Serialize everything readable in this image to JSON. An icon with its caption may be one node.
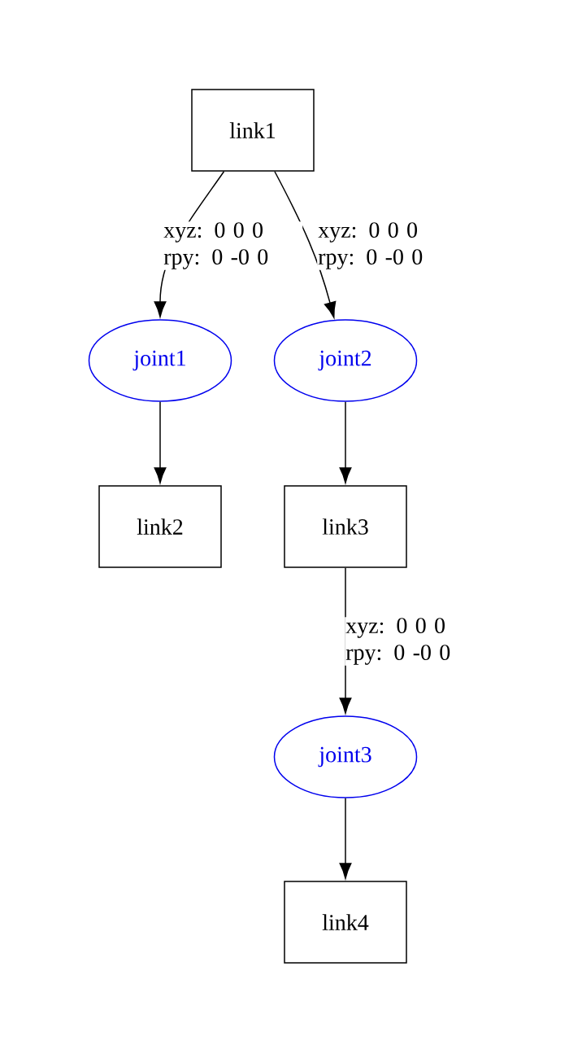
{
  "diagram": {
    "nodes": [
      {
        "text": [
          "link1"
        ]
      },
      {
        "text": [
          "joint1"
        ]
      },
      {
        "text": [
          "joint2"
        ]
      },
      {
        "text": [
          "link2"
        ]
      },
      {
        "text": [
          "link3"
        ]
      },
      {
        "text": [
          "joint3"
        ]
      },
      {
        "text": [
          "link4"
        ]
      }
    ],
    "edges": [
      {
        "from": 0,
        "to": 1,
        "arrow": "to",
        "label": "xyz: 0 0 0 rpy: 0 -0 0"
      },
      {
        "from": 0,
        "to": 2,
        "arrow": "to",
        "label": "xyz: 0 0 0 rpy: 0 -0 0"
      },
      {
        "from": 1,
        "to": 3,
        "arrow": "to"
      },
      {
        "from": 2,
        "to": 4,
        "arrow": "to"
      },
      {
        "from": 4,
        "to": 5,
        "arrow": "to",
        "label": "xyz: 0 0 0 rpy: 0 -0 0"
      },
      {
        "from": 5,
        "to": 6,
        "arrow": "to"
      }
    ]
  }
}
